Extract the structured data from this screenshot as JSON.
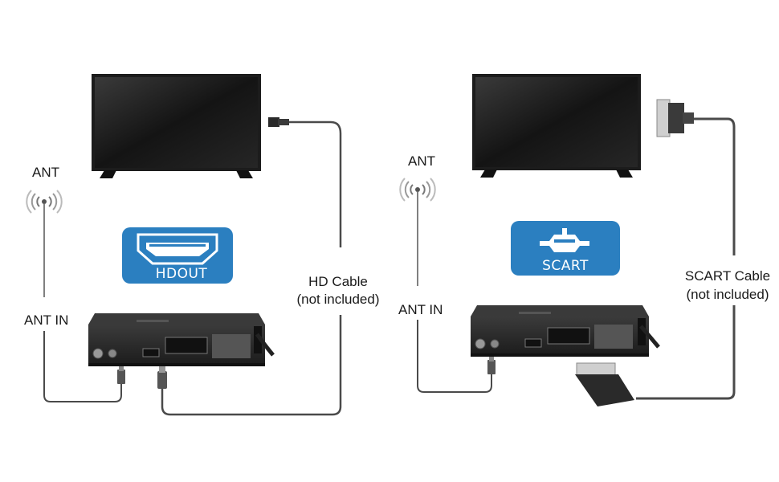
{
  "left": {
    "ant_label": "ANT",
    "ant_in_label": "ANT IN",
    "badge_label": "HDOUT",
    "cable_label_line1": "HD Cable",
    "cable_label_line2": "(not included)"
  },
  "right": {
    "ant_label": "ANT",
    "ant_in_label": "ANT IN",
    "badge_label": "SCART",
    "cable_label_line1": "SCART Cable",
    "cable_label_line2": "(not included)"
  },
  "colors": {
    "badge": "#2b7fc0",
    "cable": "#4a4a4a",
    "tv_body": "#1c1c1c",
    "receiver_body": "#222222"
  },
  "icons": [
    "antenna-signal-icon",
    "hdmi-icon",
    "scart-icon",
    "tv-icon",
    "receiver-icon",
    "hdmi-plug-icon",
    "scart-plug-icon",
    "coax-plug-icon"
  ]
}
